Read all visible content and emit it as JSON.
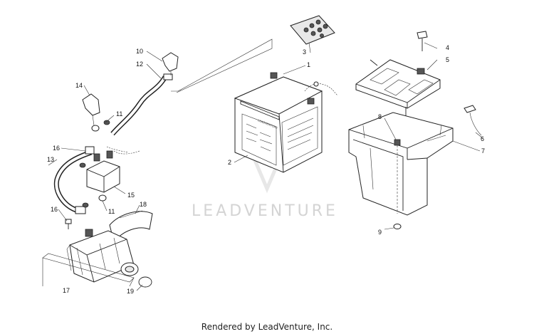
{
  "watermark": "LEADVENTURE",
  "footer": "Rendered by LeadVenture, Inc.",
  "callouts": [
    "1",
    "2",
    "3",
    "4",
    "5",
    "6",
    "7",
    "8",
    "9",
    "10",
    "11",
    "11",
    "12",
    "13",
    "14",
    "15",
    "16",
    "16",
    "17",
    "18",
    "19"
  ],
  "battery_labels": [
    "LEADVENTURE"
  ]
}
